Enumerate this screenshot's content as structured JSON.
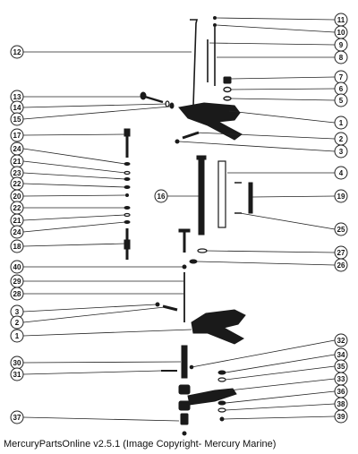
{
  "caption": "MercuryPartsOnline v2.5.1 (Image Copyright- Mercury Marine)",
  "callouts_left": [
    "12",
    "13",
    "14",
    "15",
    "17",
    "24",
    "21",
    "23",
    "22",
    "20",
    "22",
    "21",
    "24",
    "18",
    "40",
    "29",
    "28",
    "3",
    "2",
    "1",
    "30",
    "31",
    "37"
  ],
  "callouts_right": [
    "11",
    "10",
    "9",
    "8",
    "7",
    "6",
    "5",
    "1",
    "2",
    "3",
    "4",
    "19",
    "25",
    "27",
    "26",
    "32",
    "34",
    "35",
    "33",
    "36",
    "38",
    "39"
  ],
  "callouts_mid": [
    "16"
  ]
}
